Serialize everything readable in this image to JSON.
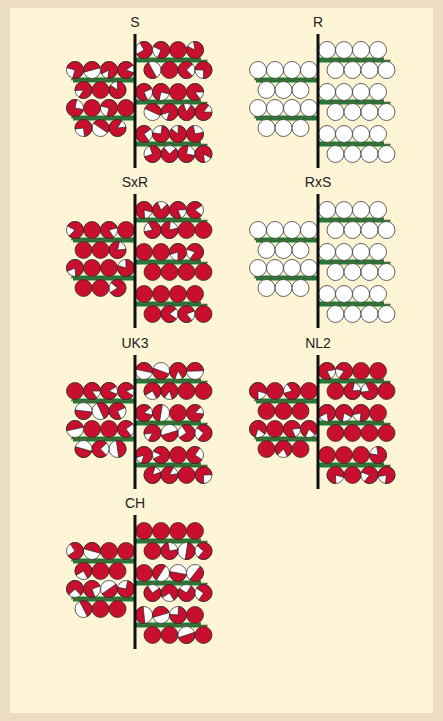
{
  "diagram": {
    "labels": [
      "S",
      "R",
      "SxR",
      "RxS",
      "UK3",
      "NL2",
      "CH"
    ]
  }
}
